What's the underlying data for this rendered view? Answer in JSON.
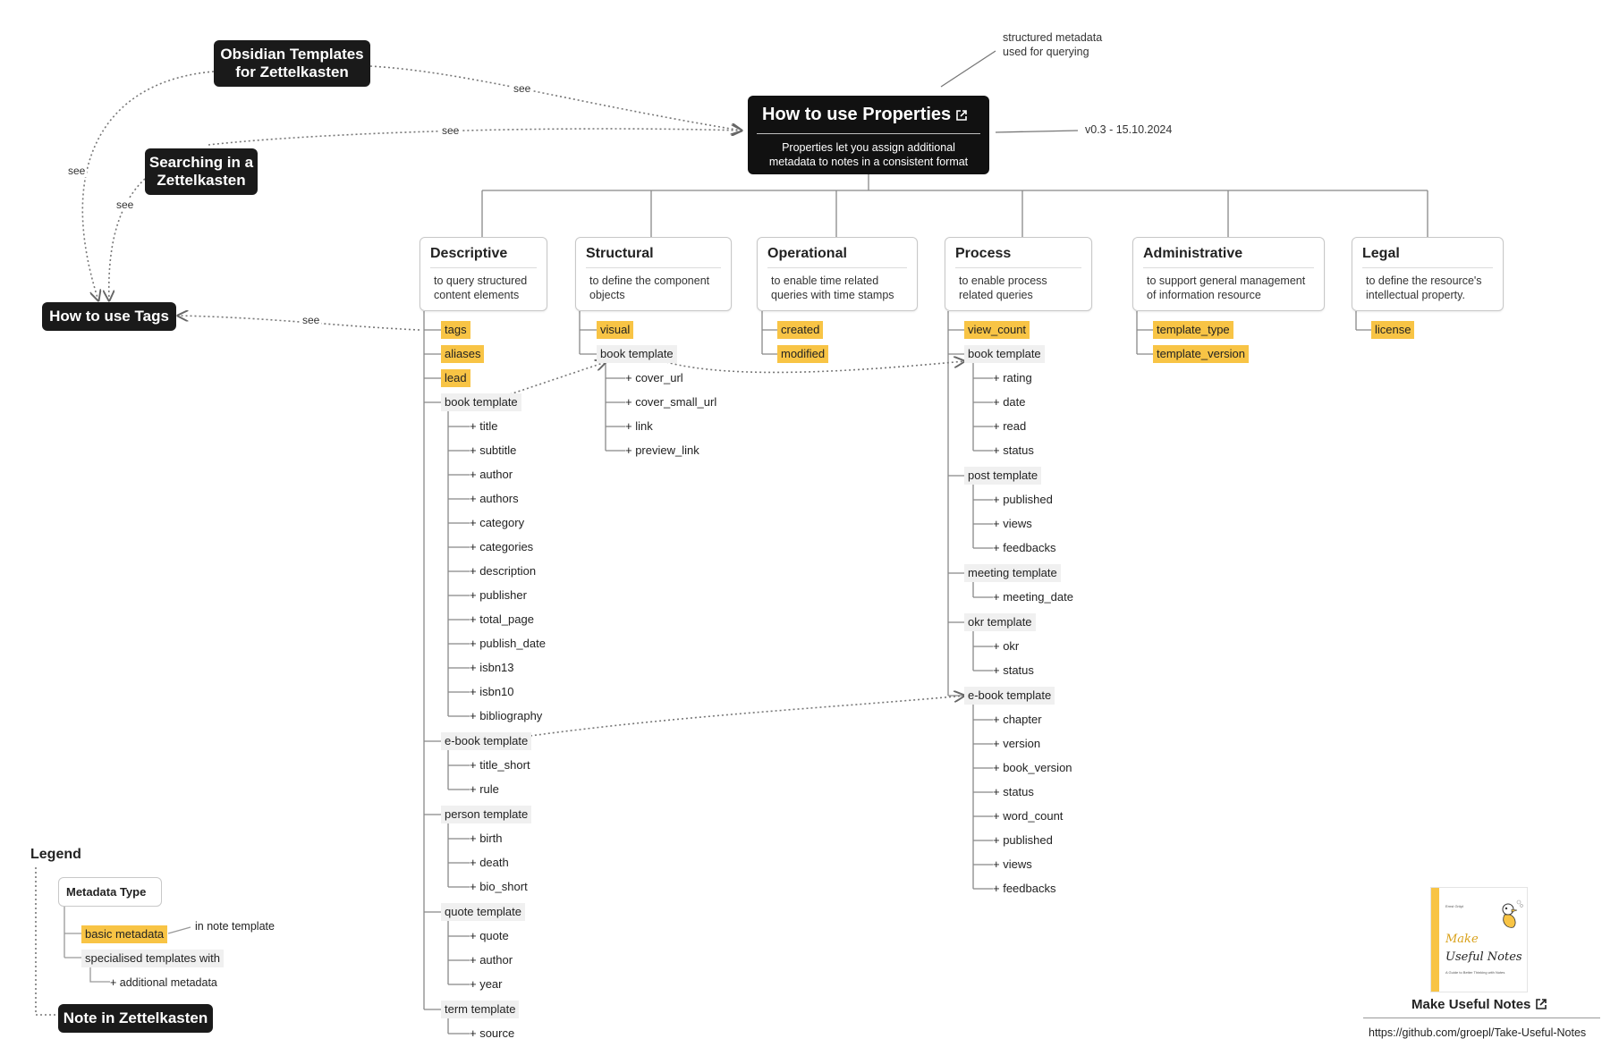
{
  "header": {
    "title": "How to use Properties",
    "description": "Properties let you assign additional metadata to notes in a consistent format",
    "annotation": "structured metadata used for querying",
    "version": "v0.3 - 15.10.2024"
  },
  "links": {
    "obsidian_templates": "Obsidian Templates for Zettelkasten",
    "searching": "Searching in a Zettelkasten",
    "tags_note": "How to use Tags",
    "see_label": "see"
  },
  "categories": [
    {
      "title": "Descriptive",
      "description": "to query structured content elements"
    },
    {
      "title": "Structural",
      "description": "to define the component objects"
    },
    {
      "title": "Operational",
      "description": "to enable time related queries with time stamps"
    },
    {
      "title": "Process",
      "description": "to enable process related queries"
    },
    {
      "title": "Administrative",
      "description": "to support general management of information resource"
    },
    {
      "title": "Legal",
      "description": "to define the resource's intellectual property."
    }
  ],
  "descriptive": {
    "basic": [
      "tags",
      "aliases",
      "lead"
    ],
    "templates": [
      {
        "name": "book template",
        "fields": [
          "+ title",
          "+ subtitle",
          "+ author",
          "+ authors",
          "+ category",
          "+ categories",
          "+ description",
          "+ publisher",
          "+ total_page",
          "+ publish_date",
          "+ isbn13",
          "+ isbn10",
          "+ bibliography"
        ]
      },
      {
        "name": "e-book template",
        "fields": [
          "+ title_short",
          "+ rule"
        ]
      },
      {
        "name": "person template",
        "fields": [
          "+ birth",
          "+ death",
          "+ bio_short"
        ]
      },
      {
        "name": "quote template",
        "fields": [
          "+ quote",
          "+ author",
          "+ year"
        ]
      },
      {
        "name": "term template",
        "fields": [
          "+ source"
        ]
      }
    ]
  },
  "structural": {
    "basic": [
      "visual"
    ],
    "templates": [
      {
        "name": "book template",
        "fields": [
          "+ cover_url",
          "+ cover_small_url",
          "+ link",
          "+ preview_link"
        ]
      }
    ]
  },
  "operational": {
    "basic": [
      "created",
      "modified"
    ]
  },
  "process": {
    "basic": [
      "view_count"
    ],
    "templates": [
      {
        "name": "book template",
        "fields": [
          "+ rating",
          "+ date",
          "+ read",
          "+ status"
        ]
      },
      {
        "name": "post template",
        "fields": [
          "+ published",
          "+ views",
          "+ feedbacks"
        ]
      },
      {
        "name": "meeting template",
        "fields": [
          "+ meeting_date"
        ]
      },
      {
        "name": "okr template",
        "fields": [
          "+ okr",
          "+ status"
        ]
      },
      {
        "name": "e-book template",
        "fields": [
          "+ chapter",
          "+ version",
          "+ book_version",
          "+ status",
          "+ word_count",
          "+ published",
          "+ views",
          "+ feedbacks"
        ]
      }
    ]
  },
  "administrative": {
    "basic": [
      "template_type",
      "template_version"
    ]
  },
  "legal": {
    "basic": [
      "license"
    ]
  },
  "legend": {
    "title": "Legend",
    "metadata_type": "Metadata Type",
    "basic": "basic metadata",
    "basic_note": "in note template",
    "specialised": "specialised templates with",
    "additional": "+ additional metadata",
    "note": "Note in Zettelkasten"
  },
  "book_cover": {
    "author_line": "Ernst Gröpl",
    "title_line1": "Make",
    "title_line2": "Useful Notes",
    "subtitle": "A Guide to Better Thinking with Notes"
  },
  "footer": {
    "link_title": "Make Useful Notes",
    "url": "https://github.com/groepl/Take-Useful-Notes"
  },
  "colors": {
    "accent": "#f8c445",
    "dark_node": "#111111",
    "template_bg": "#f0f0f0"
  }
}
